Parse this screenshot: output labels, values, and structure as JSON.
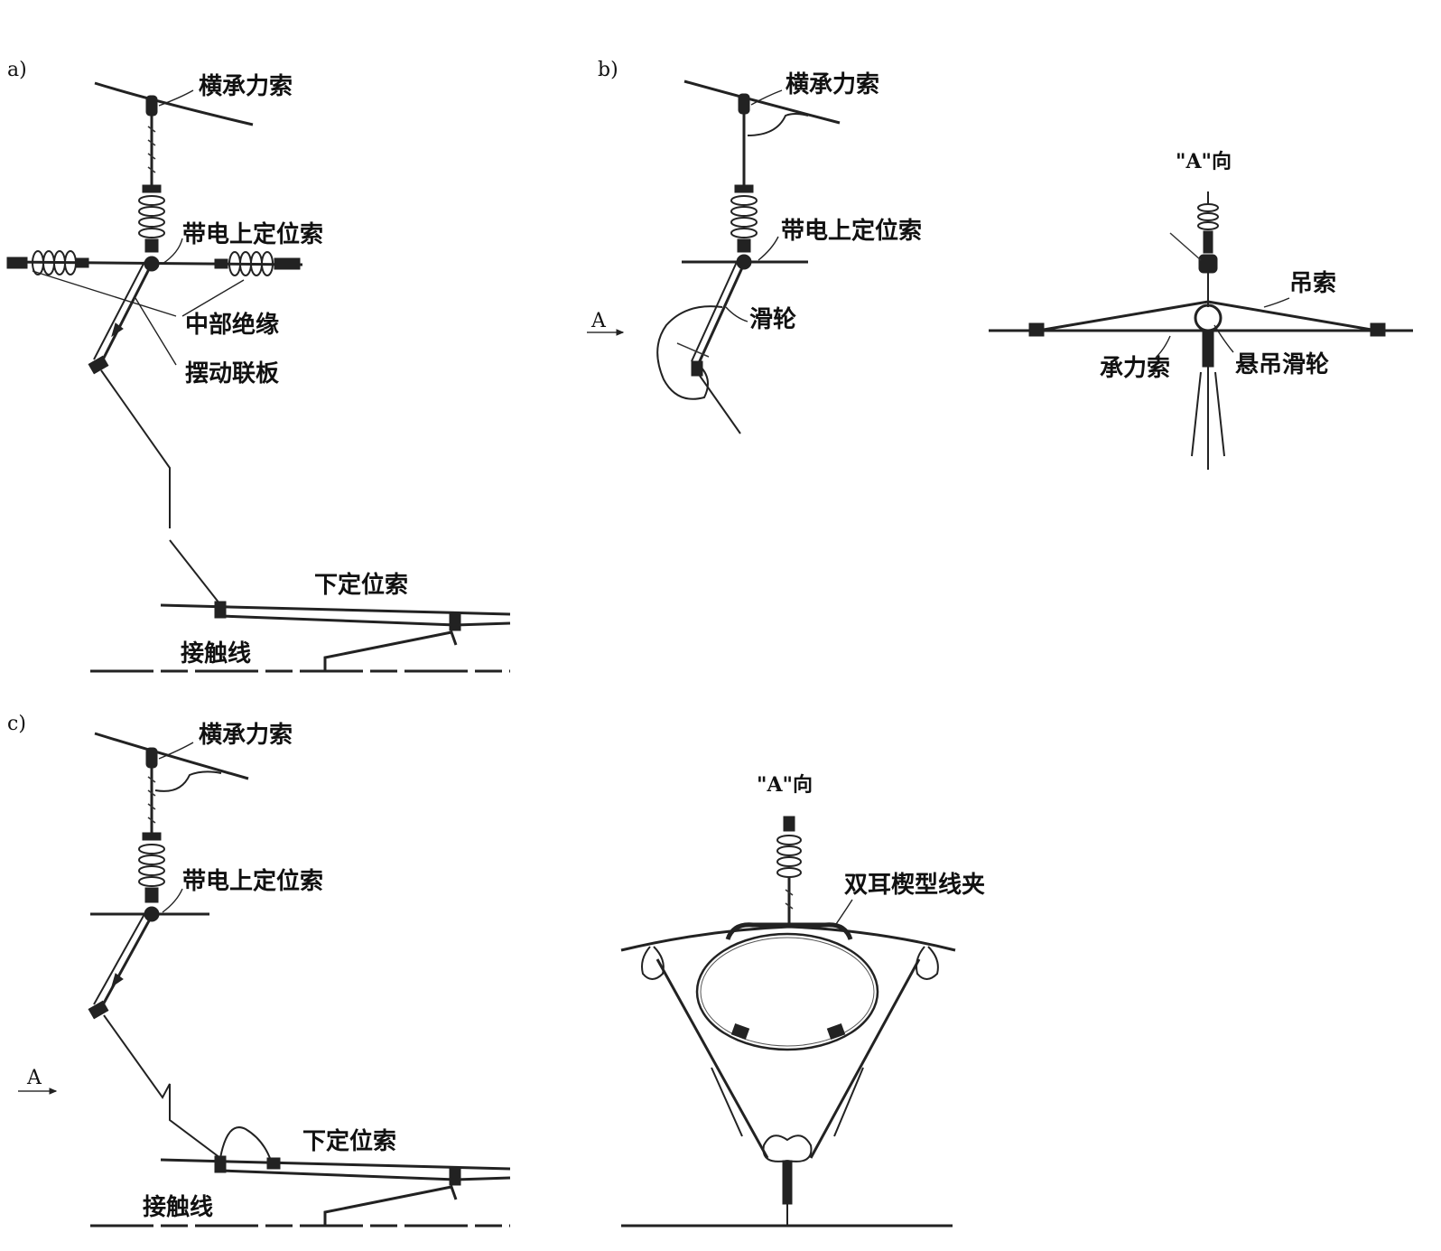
{
  "panels": {
    "a": {
      "tag": "a)",
      "labels": {
        "cross_span_wire": "横承力索",
        "upper_positioning_wire": "带电上定位索",
        "middle_insulation": "中部绝缘",
        "swing_plate": "摆动联板",
        "lower_positioning_wire": "下定位索",
        "contact_wire": "接触线"
      }
    },
    "b": {
      "tag": "b)",
      "labels": {
        "cross_span_wire": "横承力索",
        "upper_positioning_wire": "带电上定位索",
        "pulley": "滑轮",
        "view_arrow": "A"
      },
      "view_a": {
        "title": "\"A\"向",
        "labels": {
          "hanger_rope": "吊索",
          "catenary": "承力索",
          "suspension_pulley": "悬吊滑轮"
        }
      }
    },
    "c": {
      "tag": "c)",
      "labels": {
        "cross_span_wire": "横承力索",
        "upper_positioning_wire": "带电上定位索",
        "lower_positioning_wire": "下定位索",
        "contact_wire": "接触线",
        "view_arrow": "A"
      },
      "view_a": {
        "title": "\"A\"向",
        "labels": {
          "double_ear_wedge_clamp": "双耳楔型线夹"
        }
      }
    }
  }
}
